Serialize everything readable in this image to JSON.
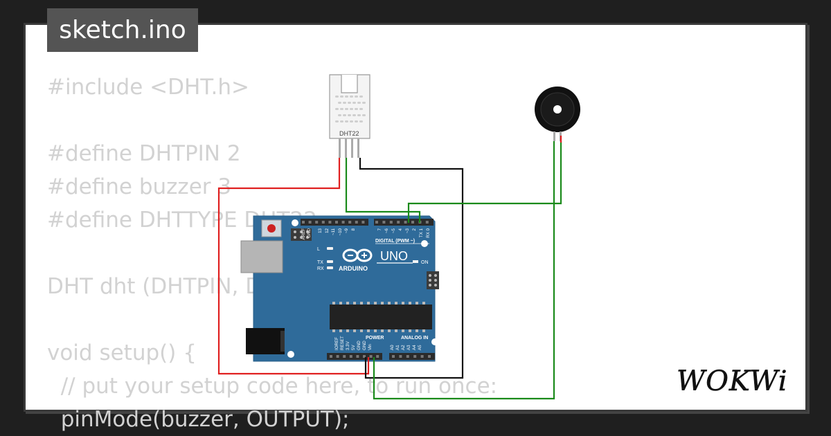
{
  "tab": {
    "title": "sketch.ino"
  },
  "code": {
    "lines": [
      "#include <DHT.h>",
      "",
      "#define DHTPIN 2",
      "#define buzzer 3",
      "#define DHTTYPE DHT22",
      "",
      "DHT dht (DHTPIN, DHTTYPE);",
      "",
      "void setup() {",
      "  // put your setup code here, to run once:",
      "  pinMode(buzzer, OUTPUT);"
    ]
  },
  "sensor": {
    "label": "DHT22"
  },
  "board": {
    "brand": "ARDUINO",
    "model": "UNO",
    "digital_label": "DIGITAL (PWM ~)",
    "on_label": "ON",
    "power_label": "POWER",
    "analog_label": "ANALOG IN",
    "led_labels": [
      "L",
      "TX",
      "RX"
    ],
    "top_pins": [
      "AREF",
      "GND",
      "13",
      "12",
      "~11",
      "~10",
      "~9",
      "8",
      "7",
      "~6",
      "~5",
      "4",
      "~3",
      "2",
      "TX 1",
      "RX 0"
    ],
    "bottom_pins": [
      "IOREF",
      "RESET",
      "3.3V",
      "5V",
      "GND",
      "GND",
      "Vin",
      "A0",
      "A1",
      "A2",
      "A3",
      "A4",
      "A5"
    ]
  },
  "brand": {
    "logo": "WOKWi"
  },
  "colors": {
    "background": "#1f1f1f",
    "tab": "#545454",
    "board": "#2f6b9a",
    "wire_red": "#e02020",
    "wire_green": "#1a8a1a",
    "wire_black": "#111111"
  },
  "icons": [
    "arduino-infinity-icon",
    "reset-button-icon",
    "usb-port-icon",
    "power-jack-icon",
    "buzzer-icon",
    "dht22-sensor-icon"
  ]
}
